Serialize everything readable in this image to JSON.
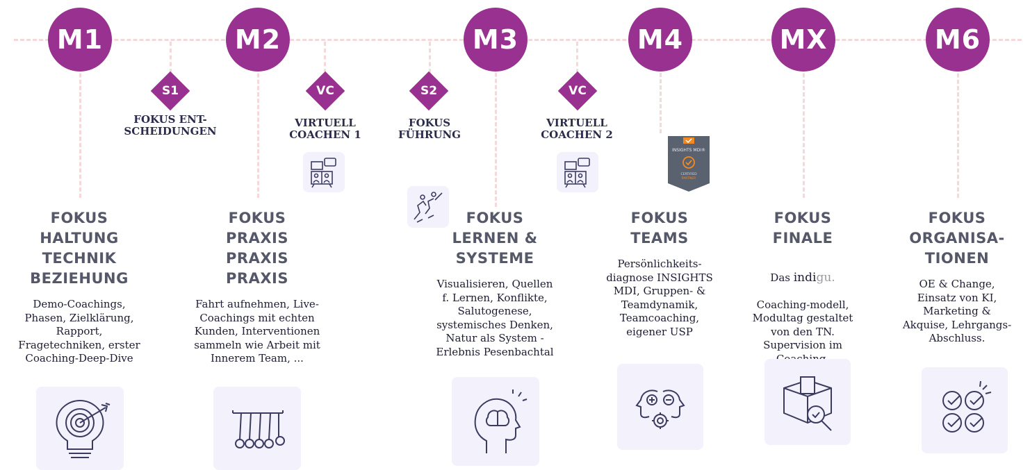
{
  "milestones": [
    {
      "label": "M1"
    },
    {
      "label": "M2"
    },
    {
      "label": "M3"
    },
    {
      "label": "M4"
    },
    {
      "label": "MX"
    },
    {
      "label": "M6"
    }
  ],
  "subs": [
    {
      "label": "S1",
      "title": "FOKUS ENT-\nSCHEIDUNGEN"
    },
    {
      "label": "VC",
      "title": "VIRTUELL\nCOACHEN 1"
    },
    {
      "label": "S2",
      "title": "FOKUS\nFÜHRUNG"
    },
    {
      "label": "VC",
      "title": "VIRTUELL\nCOACHEN 2"
    }
  ],
  "focus": [
    {
      "title": "FOKUS\nHALTUNG\nTECHNIK\nBEZIEHUNG",
      "desc": "Demo-Coachings,\nPhasen, Zielklärung,\nRapport,\nFragetechniken, erster\nCoaching-Deep-Dive",
      "icon": "lightbulb-target-icon"
    },
    {
      "title": "FOKUS\nPRAXIS\nPRAXIS\nPRAXIS",
      "desc": "Fahrt aufnehmen, Live-\nCoachings mit echten\nKunden, Interventionen\nsammeln wie Arbeit mit\nInnerem Team, ...",
      "icon": "newtons-cradle-icon"
    },
    {
      "title": "FOKUS\nLERNEN &\nSYSTEME",
      "desc": "Visualisieren, Quellen\nf. Lernen, Konflikte,\nSalutogenese,\nsystemisches Denken,\nNatur als System -\nErlebnis Pesenbachtal",
      "icon": "brain-head-icon"
    },
    {
      "title": "FOKUS\nTEAMS",
      "desc": "Persönlichkeits-\ndiagnose INSIGHTS\nMDI, Gruppen- &\nTeamdynamik,\nTeamcoaching,\neigener USP",
      "icon": "heads-gear-icon"
    },
    {
      "title": "FOKUS\nFINALE",
      "desc_brand_prefix": "Das ",
      "desc_brand_main": "indi",
      "desc_brand_suffix": "gu.",
      "desc": "Coaching-modell,\nModultag gestaltet\nvon den TN.\nSupervision im\nCoaching.",
      "icon": "box-magnifier-icon"
    },
    {
      "title": "FOKUS\nORGANISA-\nTIONEN",
      "desc": "OE & Change,\nEinsatz von KI,\nMarketing &\nAkquise, Lehrgangs-\nAbschluss.",
      "icon": "checklist-circles-icon"
    }
  ],
  "badge": {
    "brand": "INSIGHTS MDI®",
    "line1": "CERTIFIED",
    "line2": "PARTNER",
    "color": "#5a6270",
    "accent": "#f08a24"
  },
  "colors": {
    "primary": "#98318f",
    "dash": "#f3d9d9",
    "title": "#555868",
    "iconbg": "#f2f1fc"
  }
}
